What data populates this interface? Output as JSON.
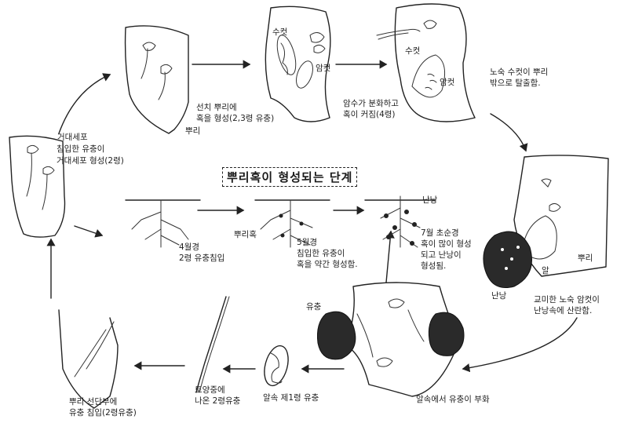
{
  "title": "뿌리혹이 형성되는 단계",
  "labels": {
    "s1": "선치 뿌리에\n혹을 형성(2,3령 유충)",
    "s1_root": "뿌리",
    "s2_male": "수컷",
    "s2_female": "암컷",
    "s2_desc": "암수가 분화하고\n혹이 커짐(4령)",
    "s3_male": "수컷",
    "s3_female": "암컷",
    "s3_desc": "노숙 수컷이 뿌리\n밖으로 탈출함.",
    "left_1": "거대세포",
    "left_2": "침입한 유충이",
    "left_3": "거대세포 형성(2령)",
    "mid_1": "4월경\n2령 유충침입",
    "mid_2_lbl": "뿌리혹",
    "mid_2": "5월경\n침입한 유충이\n혹을 약간 형성함.",
    "mid_3_lbl": "난낭",
    "mid_3": "7월 초순경\n혹이 많이 형성\n되고 난낭이\n형성됨.",
    "r_root": "뿌리",
    "r_egg": "알",
    "r_sac": "난낭",
    "r_desc": "교미한 노숙 암컷이\n난낭속에 산란함.",
    "b_larva": "유충",
    "b_hatch": "알속에서 유충이 부화",
    "b_egg": "알속 제1령 유충",
    "b_soil": "토양중에\n나온 2령유충",
    "b_tip": "뿌리 선단부에\n유충 침입(2령유충)"
  }
}
